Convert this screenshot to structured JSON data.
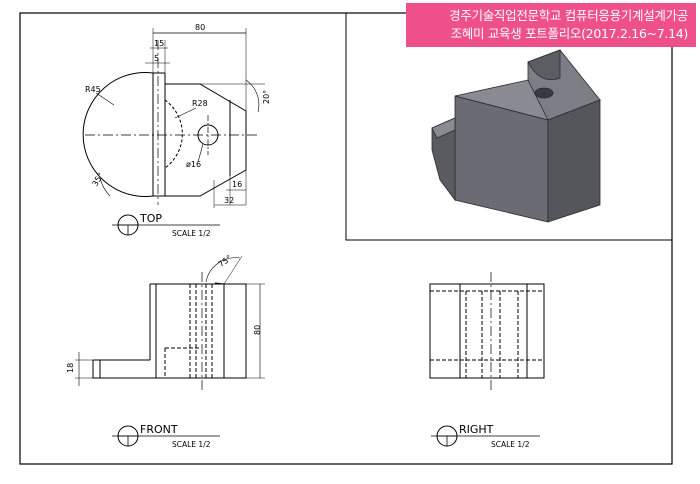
{
  "banner": {
    "line1": "경주기술직업전문학교 컴퓨터응용기계설계가공",
    "line2": "조혜미 교육생 포트폴리오(2017.2.16~7.14)",
    "background": "#f0508a"
  },
  "views": {
    "top": {
      "label": "TOP",
      "scale": "SCALE 1/2"
    },
    "front": {
      "label": "FRONT",
      "scale": "SCALE 1/2"
    },
    "right": {
      "label": "RIGHT",
      "scale": "SCALE 1/2"
    }
  },
  "dimensions": {
    "width_80": "80",
    "d15": "15",
    "d5": "5",
    "r45": "R45",
    "r28": "R28",
    "angle20": "20°",
    "dia16": "ø16",
    "angle35": "35°",
    "d16": "16",
    "d32": "32",
    "angle75": "75°",
    "height80": "80",
    "d18": "18"
  },
  "colors": {
    "line": "#000000",
    "solid_face_top": "#8a8a93",
    "solid_face_front": "#6b6b73",
    "solid_face_side": "#55555c"
  }
}
